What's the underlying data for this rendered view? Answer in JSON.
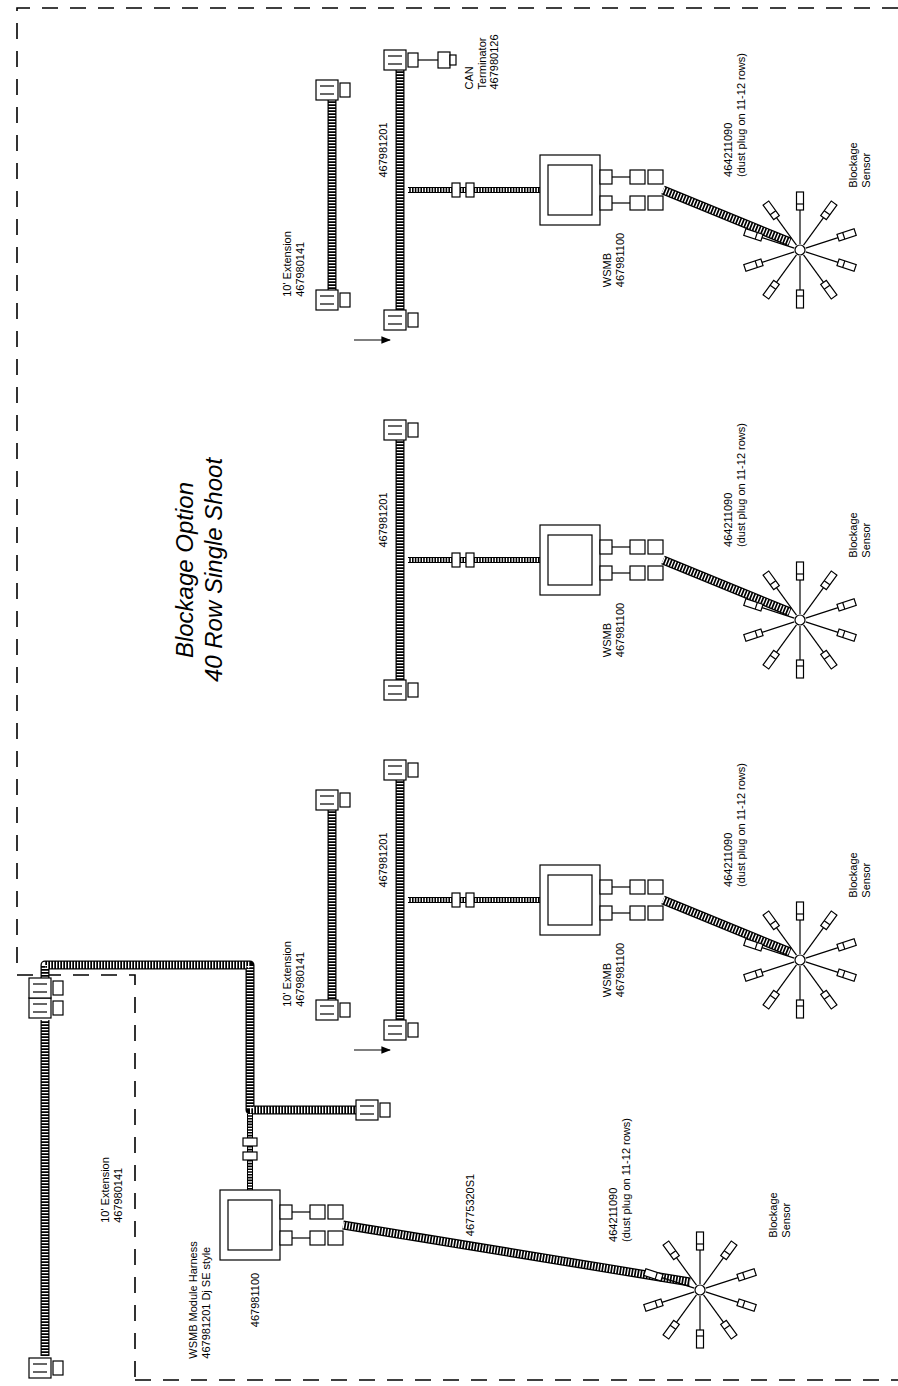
{
  "diagram": {
    "title": "Blockage Option 40 Row Single Shoot",
    "labels": [
      "10' Extension 467980141",
      "467981201",
      "CAN Terminator 467980126",
      "WSMB 467981100",
      "464211090 (dust plug on 11-12 rows)",
      "Blockage Sensor",
      "467981201",
      "WSMB 467981100",
      "464211090 (dust plug on 11-12 rows)",
      "Blockage Sensor",
      "10' Extension 467980141",
      "467981201",
      "WSMB 467981100",
      "464211090 (dust plug on 11-12 rows)",
      "Blockage Sensor",
      "10' Extension 467980141",
      "WSMB Module Harness 467981201 Dj SE style",
      "467981100",
      "46775320S1",
      "464211090 (dust plug on 11-12 rows)",
      "Blockage Sensor"
    ]
  }
}
